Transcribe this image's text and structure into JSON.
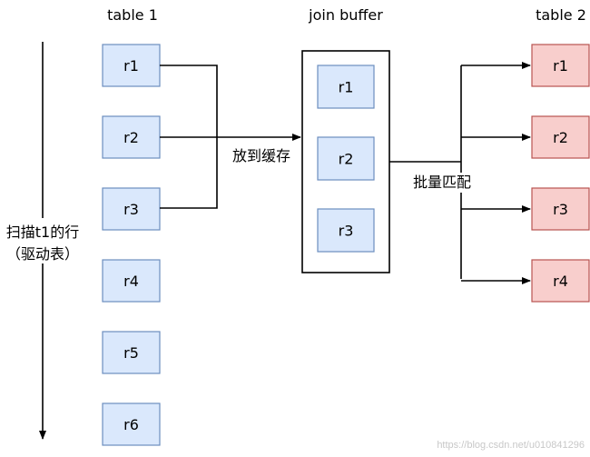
{
  "labels": {
    "table1": "table 1",
    "join_buffer": "join buffer",
    "table2": "table 2",
    "scan_line1": "扫描t1的行",
    "scan_line2": "（驱动表）",
    "put_cache": "放到缓存",
    "batch_match": "批量匹配",
    "watermark": "https://blog.csdn.net/u010841296"
  },
  "table1_rows": [
    "r1",
    "r2",
    "r3",
    "r4",
    "r5",
    "r6"
  ],
  "buffer_rows": [
    "r1",
    "r2",
    "r3"
  ],
  "table2_rows": [
    "r1",
    "r2",
    "r3",
    "r4"
  ],
  "colors": {
    "blue_fill": "#dae8fc",
    "blue_stroke": "#6c8ebf",
    "red_fill": "#f8cecc",
    "red_stroke": "#b85450"
  }
}
